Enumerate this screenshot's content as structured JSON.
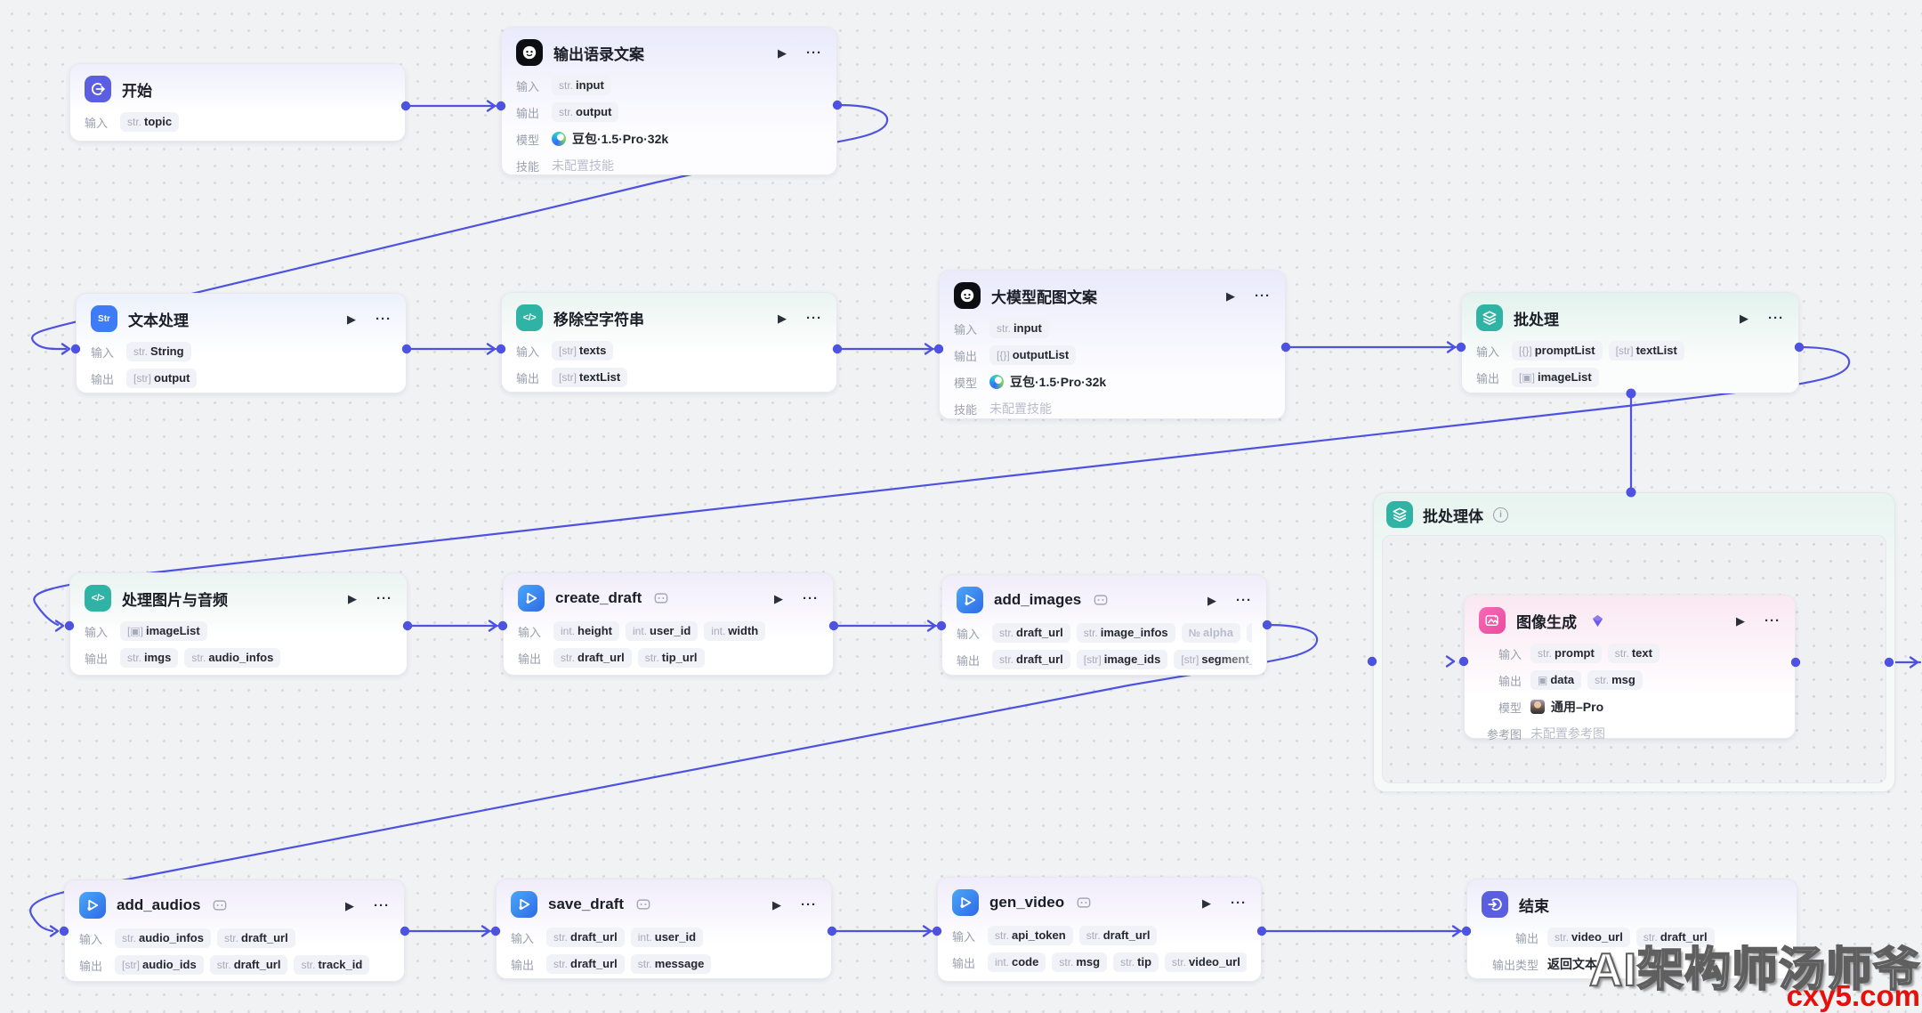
{
  "icons": {
    "run": "▶",
    "more": "···",
    "info": "i"
  },
  "edge_color": "#4d53e0",
  "watermark": {
    "text": "AI架构师汤师爷",
    "site": "cxy5.com"
  },
  "group": {
    "title": "批处理体"
  },
  "nodes": {
    "start": {
      "title": "开始",
      "rows": [
        {
          "label": "输入",
          "items": [
            {
              "kind": "pill",
              "tag": "str.",
              "name": "topic"
            }
          ]
        }
      ]
    },
    "llm1": {
      "title": "输出语录文案",
      "rows": [
        {
          "label": "输入",
          "items": [
            {
              "kind": "pill",
              "tag": "str.",
              "name": "input"
            }
          ]
        },
        {
          "label": "输出",
          "items": [
            {
              "kind": "pill",
              "tag": "str.",
              "name": "output"
            }
          ]
        },
        {
          "label": "模型",
          "items": [
            {
              "kind": "model",
              "icon": "doubao",
              "name": "豆包·1.5·Pro·32k"
            }
          ]
        },
        {
          "label": "技能",
          "items": [
            {
              "kind": "text",
              "text": "未配置技能",
              "muted": true
            }
          ]
        }
      ]
    },
    "textproc": {
      "title": "文本处理",
      "rows": [
        {
          "label": "输入",
          "items": [
            {
              "kind": "pill",
              "tag": "str.",
              "name": "String"
            }
          ]
        },
        {
          "label": "输出",
          "items": [
            {
              "kind": "pill",
              "tag": "[str]",
              "name": "output"
            }
          ]
        }
      ]
    },
    "code1": {
      "title": "移除空字符串",
      "rows": [
        {
          "label": "输入",
          "items": [
            {
              "kind": "pill",
              "tag": "[str]",
              "name": "texts"
            }
          ]
        },
        {
          "label": "输出",
          "items": [
            {
              "kind": "pill",
              "tag": "[str]",
              "name": "textList"
            }
          ]
        }
      ]
    },
    "llm2": {
      "title": "大模型配图文案",
      "rows": [
        {
          "label": "输入",
          "items": [
            {
              "kind": "pill",
              "tag": "str.",
              "name": "input"
            }
          ]
        },
        {
          "label": "输出",
          "items": [
            {
              "kind": "pill",
              "tag": "[{}]",
              "name": "outputList"
            }
          ]
        },
        {
          "label": "模型",
          "items": [
            {
              "kind": "model",
              "icon": "doubao",
              "name": "豆包·1.5·Pro·32k"
            }
          ]
        },
        {
          "label": "技能",
          "items": [
            {
              "kind": "text",
              "text": "未配置技能",
              "muted": true
            }
          ]
        }
      ]
    },
    "batch": {
      "title": "批处理",
      "rows": [
        {
          "label": "输入",
          "items": [
            {
              "kind": "pill",
              "tag": "[{}]",
              "name": "promptList"
            },
            {
              "kind": "pill",
              "tag": "[str]",
              "name": "textList"
            }
          ]
        },
        {
          "label": "输出",
          "items": [
            {
              "kind": "pill",
              "tag": "[▣]",
              "name": "imageList"
            }
          ]
        }
      ]
    },
    "code2": {
      "title": "处理图片与音频",
      "rows": [
        {
          "label": "输入",
          "items": [
            {
              "kind": "pill",
              "tag": "[▣]",
              "name": "imageList"
            }
          ]
        },
        {
          "label": "输出",
          "items": [
            {
              "kind": "pill",
              "tag": "str.",
              "name": "imgs"
            },
            {
              "kind": "pill",
              "tag": "str.",
              "name": "audio_infos"
            }
          ]
        }
      ]
    },
    "plugin1": {
      "title": "create_draft",
      "rows": [
        {
          "label": "输入",
          "items": [
            {
              "kind": "pill",
              "tag": "int.",
              "name": "height"
            },
            {
              "kind": "pill",
              "tag": "int.",
              "name": "user_id"
            },
            {
              "kind": "pill",
              "tag": "int.",
              "name": "width"
            }
          ]
        },
        {
          "label": "输出",
          "items": [
            {
              "kind": "pill",
              "tag": "str.",
              "name": "draft_url"
            },
            {
              "kind": "pill",
              "tag": "str.",
              "name": "tip_url"
            }
          ]
        }
      ]
    },
    "plugin2": {
      "title": "add_images",
      "rows": [
        {
          "label": "输入",
          "items": [
            {
              "kind": "pill",
              "tag": "str.",
              "name": "draft_url"
            },
            {
              "kind": "pill",
              "tag": "str.",
              "name": "image_infos"
            },
            {
              "kind": "pill",
              "tag": "№",
              "name": "alpha",
              "muted": true
            },
            {
              "kind": "pill",
              "tag": "№",
              "name": "",
              "fade": true
            },
            {
              "kind": "more"
            }
          ]
        },
        {
          "label": "输出",
          "items": [
            {
              "kind": "pill",
              "tag": "str.",
              "name": "draft_url"
            },
            {
              "kind": "pill",
              "tag": "[str]",
              "name": "image_ids"
            },
            {
              "kind": "pill",
              "tag": "[str]",
              "name": "segment_ids",
              "fade": true
            },
            {
              "kind": "more"
            }
          ]
        }
      ]
    },
    "imggen": {
      "title": "图像生成",
      "rows": [
        {
          "label": "输入",
          "items": [
            {
              "kind": "pill",
              "tag": "str.",
              "name": "prompt"
            },
            {
              "kind": "pill",
              "tag": "str.",
              "name": "text"
            }
          ]
        },
        {
          "label": "输出",
          "items": [
            {
              "kind": "pill",
              "tag": "▣",
              "name": "data"
            },
            {
              "kind": "pill",
              "tag": "str.",
              "name": "msg"
            }
          ]
        },
        {
          "label": "模型",
          "items": [
            {
              "kind": "model",
              "icon": "tongyong",
              "name": "通用–Pro"
            }
          ]
        },
        {
          "label": "参考图",
          "items": [
            {
              "kind": "text",
              "text": "未配置参考图",
              "muted": true
            }
          ]
        }
      ]
    },
    "plugin3": {
      "title": "add_audios",
      "rows": [
        {
          "label": "输入",
          "items": [
            {
              "kind": "pill",
              "tag": "str.",
              "name": "audio_infos"
            },
            {
              "kind": "pill",
              "tag": "str.",
              "name": "draft_url"
            }
          ]
        },
        {
          "label": "输出",
          "items": [
            {
              "kind": "pill",
              "tag": "[str]",
              "name": "audio_ids"
            },
            {
              "kind": "pill",
              "tag": "str.",
              "name": "draft_url"
            },
            {
              "kind": "pill",
              "tag": "str.",
              "name": "track_id"
            }
          ]
        }
      ]
    },
    "plugin4": {
      "title": "save_draft",
      "rows": [
        {
          "label": "输入",
          "items": [
            {
              "kind": "pill",
              "tag": "str.",
              "name": "draft_url"
            },
            {
              "kind": "pill",
              "tag": "int.",
              "name": "user_id"
            }
          ]
        },
        {
          "label": "输出",
          "items": [
            {
              "kind": "pill",
              "tag": "str.",
              "name": "draft_url"
            },
            {
              "kind": "pill",
              "tag": "str.",
              "name": "message"
            }
          ]
        }
      ]
    },
    "plugin5": {
      "title": "gen_video",
      "rows": [
        {
          "label": "输入",
          "items": [
            {
              "kind": "pill",
              "tag": "str.",
              "name": "api_token"
            },
            {
              "kind": "pill",
              "tag": "str.",
              "name": "draft_url"
            }
          ]
        },
        {
          "label": "输出",
          "items": [
            {
              "kind": "pill",
              "tag": "int.",
              "name": "code"
            },
            {
              "kind": "pill",
              "tag": "str.",
              "name": "msg"
            },
            {
              "kind": "pill",
              "tag": "str.",
              "name": "tip"
            },
            {
              "kind": "pill",
              "tag": "str.",
              "name": "video_url"
            }
          ]
        }
      ]
    },
    "end": {
      "title": "结束",
      "rows": [
        {
          "label": "输出",
          "items": [
            {
              "kind": "pill",
              "tag": "str.",
              "name": "video_url"
            },
            {
              "kind": "pill",
              "tag": "str.",
              "name": "draft_url"
            }
          ]
        },
        {
          "label": "输出类型",
          "items": [
            {
              "kind": "text",
              "text": "返回文本"
            }
          ]
        }
      ]
    }
  }
}
